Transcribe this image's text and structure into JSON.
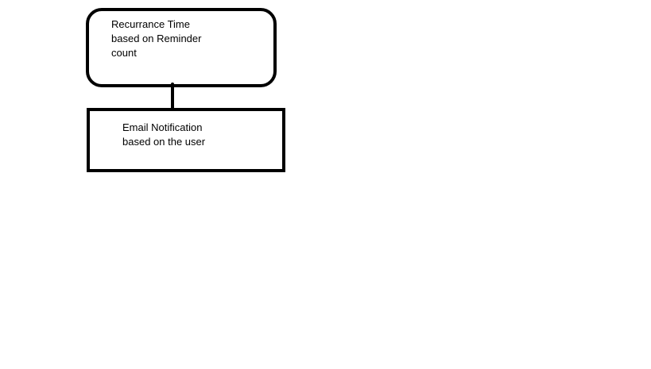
{
  "diagram": {
    "nodes": [
      {
        "id": "recurrence",
        "shape": "rounded-rectangle",
        "lines": [
          "Recurrance Time",
          "based on Reminder",
          "count"
        ]
      },
      {
        "id": "email",
        "shape": "rectangle",
        "lines": [
          "Email Notification",
          "based on the user"
        ]
      }
    ],
    "edges": [
      {
        "from": "recurrence",
        "to": "email",
        "style": "line"
      }
    ],
    "colors": {
      "stroke": "#000000",
      "background": "#ffffff",
      "text": "#000000"
    }
  }
}
